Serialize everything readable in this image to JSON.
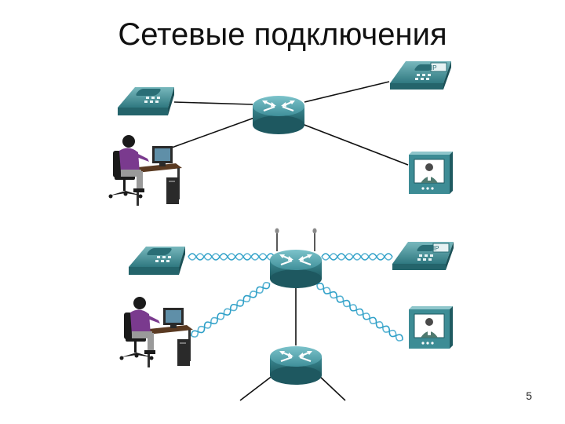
{
  "slide": {
    "title": "Сетевые подключения",
    "page_number": "5"
  },
  "diagram": {
    "wired_section": {
      "devices": [
        "phone",
        "pc-user",
        "router",
        "ip-phone",
        "video-phone"
      ],
      "links": [
        "phone-router",
        "pc-router",
        "router-ip-phone",
        "router-video-phone"
      ]
    },
    "wireless_section": {
      "devices": [
        "phone",
        "pc-user",
        "wireless-router",
        "ip-phone",
        "video-phone",
        "router"
      ],
      "links": [
        "phone-wireless-router",
        "pc-wireless-router",
        "wireless-router-ip-phone",
        "wireless-router-video-phone",
        "wireless-router-router"
      ]
    },
    "ip_badge": "IP",
    "colors": {
      "phone": "#3f8f96",
      "router": "#4f9ea7",
      "person_shirt": "#7a3a8e",
      "line": "#111111",
      "wave": "#2fa0c8"
    }
  }
}
